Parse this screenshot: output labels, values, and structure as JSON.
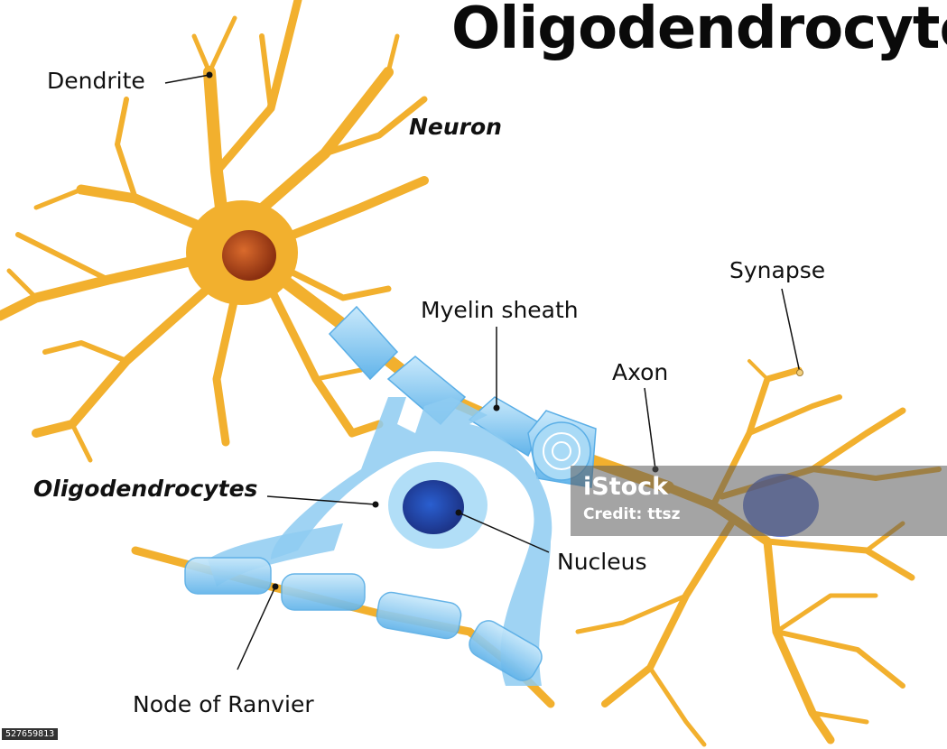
{
  "title": "Oligodendrocyte",
  "labels": {
    "dendrite": "Dendrite",
    "neuron": "Neuron",
    "myelin_sheath": "Myelin sheath",
    "synapse": "Synapse",
    "axon": "Axon",
    "oligodendrocytes": "Oligodendrocytes",
    "nucleus": "Nucleus",
    "node_of_ranvier": "Node of Ranvier"
  },
  "watermark": {
    "logo": "iStock",
    "credit": "Credit: ttsz"
  },
  "stock_id": "527659813",
  "colors": {
    "neuron": "#f2b02e",
    "neuron_nucleus": "#b4471c",
    "myelin": "#8ecbf1",
    "oligo_nucleus": "#2b4fb3"
  }
}
